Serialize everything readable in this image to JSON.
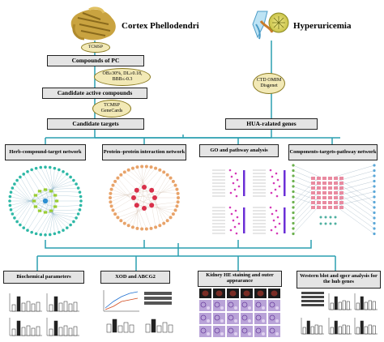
{
  "top_left": {
    "title": "Cortex Phellodendri",
    "db_label": "TCMSP",
    "compounds_box": "Compounds of PC",
    "filter_label": "OB≥30%, DL≥0.18, BBB≤-0.3",
    "candidate_compounds_box": "Candidate active compounds",
    "target_db_label": "TCMSP GeneCards",
    "candidate_targets_box": "Candidate targets"
  },
  "top_right": {
    "title": "Hyperuricemia",
    "db_label": "CTD OMIM Disgenet",
    "genes_box": "HUA-ralated genes"
  },
  "middle_panels": [
    {
      "title": "Herb-compound-target network"
    },
    {
      "title": "Protein–protein interaction network"
    },
    {
      "title": "GO and pathway analysis"
    },
    {
      "title": "Components-targets-pathway network"
    }
  ],
  "bottom_panels": [
    {
      "title": "Biochemical parameters"
    },
    {
      "title": "XOD and ABCG2"
    },
    {
      "title": "Kidney HE staining and outer appearance"
    },
    {
      "title": "Western blot and qpcr analysis for the hub genes"
    }
  ],
  "colors": {
    "connector": "#2a9fb0",
    "box_fill": "#e4e4e4",
    "oval_fill": "#f2e9b6",
    "panel_border": "#2a9fb0",
    "herb_net_outer": "#2eb8a6",
    "herb_net_inner": "#9acd32",
    "ppi_outer": "#e8a36a",
    "ppi_inner": "#d9304a",
    "go_dots": "#d63ab8",
    "ctp_nodes": "#e98aa0"
  }
}
